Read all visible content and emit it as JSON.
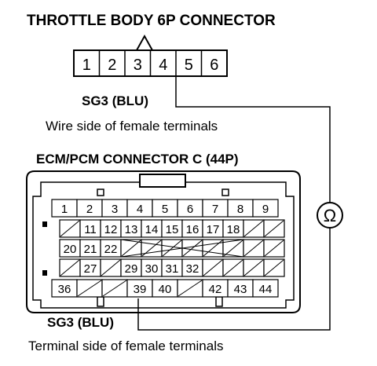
{
  "labels": {
    "throttle_title": "THROTTLE BODY 6P CONNECTOR",
    "throttle_wire": "SG3 (BLU)",
    "throttle_side": "Wire side of female terminals",
    "ecm_title": "ECM/PCM CONNECTOR C (44P)",
    "ecm_wire": "SG3 (BLU)",
    "ecm_side": "Terminal side of female terminals",
    "meter_symbol": "Ω"
  },
  "throttle_connector": {
    "terminals": [
      "1",
      "2",
      "3",
      "4",
      "5",
      "6"
    ],
    "probe_terminal": "4"
  },
  "ecm_connector": {
    "row1": [
      "1",
      "2",
      "3",
      "4",
      "5",
      "6",
      "7",
      "8",
      "9"
    ],
    "row2": [
      "",
      "11",
      "12",
      "13",
      "14",
      "15",
      "16",
      "17",
      "18",
      "",
      ""
    ],
    "row3": [
      "20",
      "21",
      "22",
      "",
      "",
      "",
      "",
      "",
      "",
      "",
      ""
    ],
    "row4": [
      "",
      "27",
      "",
      "29",
      "30",
      "31",
      "32",
      "",
      "",
      "",
      ""
    ],
    "row5": [
      "36",
      "",
      "",
      "39",
      "40",
      "",
      "42",
      "43",
      "44"
    ],
    "probe_terminal": "39"
  }
}
